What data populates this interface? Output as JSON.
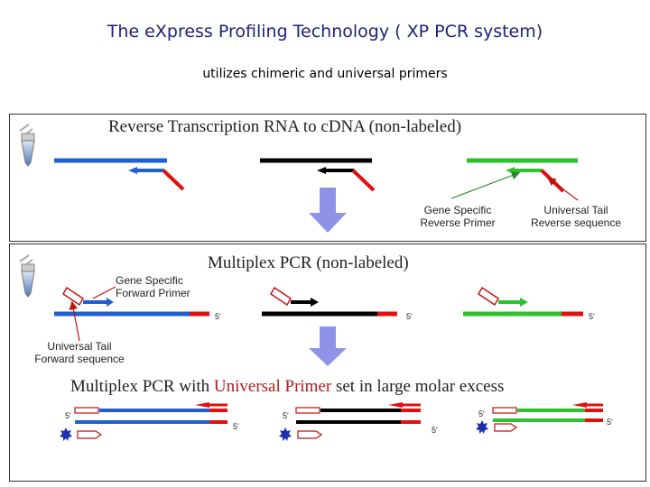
{
  "title": "The eXpress Profiling Technology ( XP PCR system)",
  "subtitle": "utilizes chimeric and universal primers",
  "step1": {
    "heading": "Reverse Transcription RNA to cDNA (non-labeled)"
  },
  "step2": {
    "heading": "Multiplex PCR (non-labeled)"
  },
  "step3": {
    "heading_pre": "Multiplex PCR with ",
    "heading_highlight": "Universal Primer",
    "heading_post": " set in large molar excess"
  },
  "labels": {
    "gene_specific_reverse": [
      "Gene Specific",
      "Reverse Primer"
    ],
    "universal_tail_reverse": [
      "Universal Tail",
      "Reverse sequence"
    ],
    "gene_specific_forward": [
      "Gene Specific",
      "Forward Primer"
    ],
    "universal_tail_forward": [
      "Universal Tail",
      "Forward sequence"
    ]
  },
  "five_prime": "5'",
  "colors": {
    "blue": "#1f5fd0",
    "black": "#000000",
    "green": "#2ec02e",
    "red": "#e01010",
    "arrow": "#8f93e8",
    "star": "#1c2fb0"
  }
}
